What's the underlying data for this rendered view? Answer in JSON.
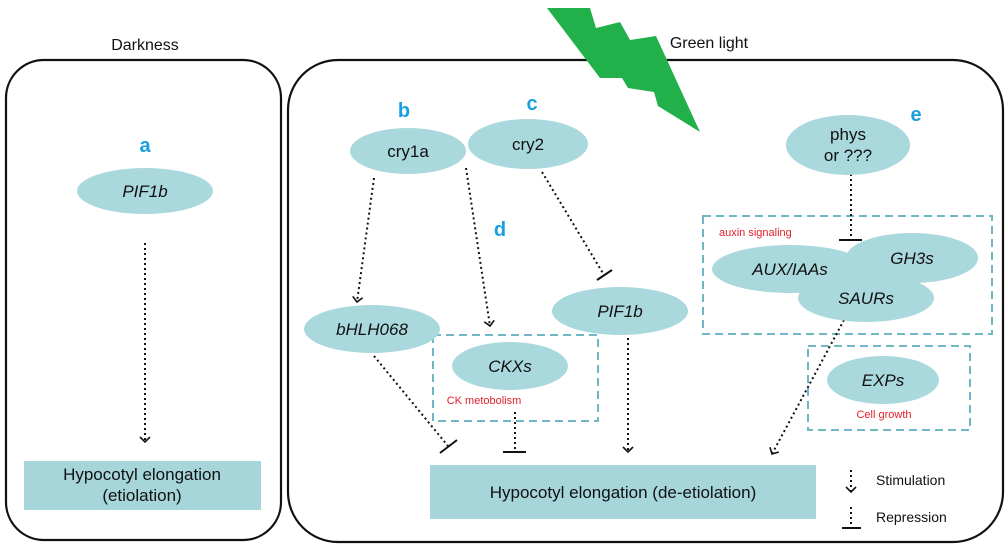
{
  "colors": {
    "node_fill": "#a9d8dd",
    "box_fill": "#a6d5da",
    "label_blue": "#1aa0e0",
    "annotation_red": "#e0202a",
    "lightning": "#22b04a",
    "dashed_box": "#6fb7c4"
  },
  "headers": {
    "darkness": "Darkness",
    "green_light": "Green light"
  },
  "labels": {
    "a": "a",
    "b": "b",
    "c": "c",
    "d": "d",
    "e": "e"
  },
  "nodes": {
    "pif1b_dark": "PIF1b",
    "cry1a": "cry1a",
    "cry2": "cry2",
    "phys_line1": "phys",
    "phys_line2": "or ???",
    "bhlh068": "bHLH068",
    "ckxs": "CKXs",
    "pif1b_light": "PIF1b",
    "aux_iaas": "AUX/IAAs",
    "gh3s": "GH3s",
    "saurs": "SAURs",
    "exps": "EXPs"
  },
  "annotations": {
    "ck_metabolism": "CK metobolism",
    "auxin_signaling": "auxin signaling",
    "cell_growth": "Cell growth"
  },
  "outputs": {
    "dark_line1": "Hypocotyl elongation",
    "dark_line2": "(etiolation)",
    "light": "Hypocotyl elongation (de-etiolation)"
  },
  "legend": {
    "stimulation": "Stimulation",
    "repression": "Repression"
  }
}
